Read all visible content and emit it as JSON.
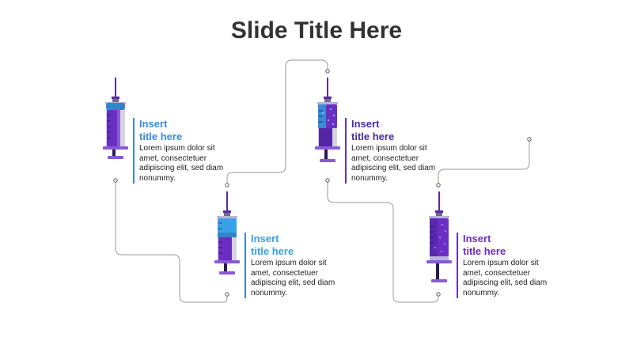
{
  "title": "Slide Title Here",
  "colors": {
    "blue": "#3a8ad8",
    "purple": "#6a2fc2",
    "connector": "#999999"
  },
  "items": [
    {
      "title_line1": "Insert",
      "title_line2": "title here",
      "body": "Lorem ipsum dolor sit amet, consectetuer adipiscing elit, sed diam nonummy."
    },
    {
      "title_line1": "Insert",
      "title_line2": "title here",
      "body": "Lorem ipsum dolor sit amet, consectetuer adipiscing elit, sed diam nonummy."
    },
    {
      "title_line1": "Insert",
      "title_line2": "title here",
      "body": "Lorem ipsum dolor sit amet, consectetuer adipiscing elit, sed diam nonummy."
    },
    {
      "title_line1": "Insert",
      "title_line2": "title here",
      "body": "Lorem ipsum dolor sit amet, consectetuer adipiscing elit, sed diam nonummy."
    }
  ]
}
